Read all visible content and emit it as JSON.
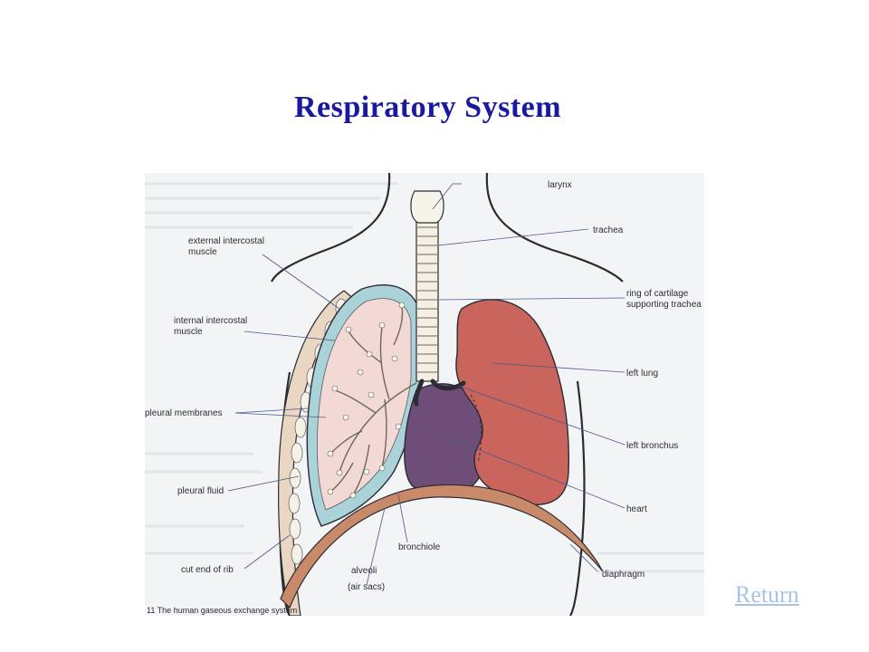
{
  "page": {
    "title": "Respiratory System",
    "return_label": "Return"
  },
  "diagram": {
    "labels_left": {
      "external_intercostal_1": "external intercostal",
      "external_intercostal_2": "muscle",
      "internal_intercostal_1": "internal intercostal",
      "internal_intercostal_2": "muscle",
      "pleural_membranes": "pleural membranes",
      "pleural_fluid": "pleural fluid",
      "cut_end_of_rib": "cut end of rib"
    },
    "labels_right": {
      "larynx": "larynx",
      "trachea": "trachea",
      "ring_of_cartilage_1": "ring of cartilage",
      "ring_of_cartilage_2": "supporting trachea",
      "left_lung": "left lung",
      "left_bronchus": "left bronchus",
      "heart": "heart",
      "diaphragm": "diaphragm"
    },
    "labels_bottom": {
      "bronchiole": "bronchiole",
      "alveoli_1": "alveoli",
      "alveoli_2": "(air sacs)"
    },
    "caption": "11  The human gaseous exchange system",
    "colors": {
      "lung_right": "#c9655c",
      "heart": "#6e4d78",
      "pleura": "#a9d3d8",
      "airway_lung": "#f2d9d6",
      "title": "#1a1aa0",
      "return_link": "#a7c4e8"
    }
  }
}
